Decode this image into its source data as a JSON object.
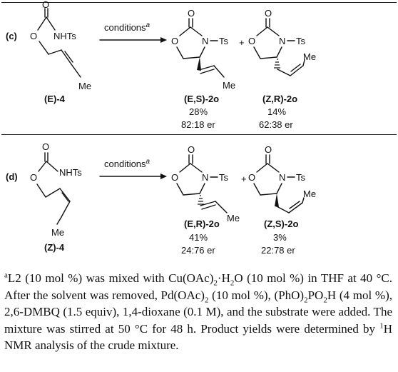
{
  "panel_c": {
    "tag": "(c)",
    "conditions": "conditions",
    "conditions_sup": "a",
    "substrate": {
      "label": "(E)-4",
      "nhts": "NHTs",
      "o_carbonyl": "O",
      "o_ester": "O",
      "me": "Me"
    },
    "product1": {
      "label": "(E,S)-2o",
      "yield": "28%",
      "er": "82:18 er",
      "n": "N",
      "ts": "Ts",
      "o_carbonyl": "O",
      "o_ring": "O",
      "me": "Me"
    },
    "product2": {
      "label": "(Z,R)-2o",
      "yield": "14%",
      "er": "62:38 er",
      "n": "N",
      "ts": "Ts",
      "o_carbonyl": "O",
      "o_ring": "O",
      "me": "Me"
    },
    "plus": "+"
  },
  "panel_d": {
    "tag": "(d)",
    "conditions": "conditions",
    "conditions_sup": "a",
    "substrate": {
      "label": "(Z)-4",
      "nhts": "NHTs",
      "o_carbonyl": "O",
      "o_ester": "O",
      "me": "Me"
    },
    "product1": {
      "label": "(E,R)-2o",
      "yield": "41%",
      "er": "24:76 er",
      "n": "N",
      "ts": "Ts",
      "o_carbonyl": "O",
      "o_ring": "O",
      "me": "Me"
    },
    "product2": {
      "label": "(Z,S)-2o",
      "yield": "3%",
      "er": "22:78 er",
      "n": "N",
      "ts": "Ts",
      "o_carbonyl": "O",
      "o_ring": "O",
      "me": "Me"
    },
    "plus": "+"
  },
  "footnote": {
    "marker": "a",
    "p1": "L2 (10 mol %) was mixed with Cu(OAc)",
    "p1_sub": "2",
    "p2": "·H",
    "p2_sub": "2",
    "p3": "O (10 mol %) in THF at 40 °C. After the solvent was removed, Pd(OAc)",
    "p3_sub": "2",
    "p4": " (10 mol %), (PhO)",
    "p4_sub": "2",
    "p5": "PO",
    "p5_sub": "2",
    "p6": "H (4 mol %), 2,6-DMBQ (1.5 equiv), 1,4-dioxane (0.1 M), and the substrate were added. The mixture was stirred at 50 °C for 48 h. Product yields were determined by ",
    "p6_sup": "1",
    "p7": "H NMR analysis of the crude mixture."
  }
}
